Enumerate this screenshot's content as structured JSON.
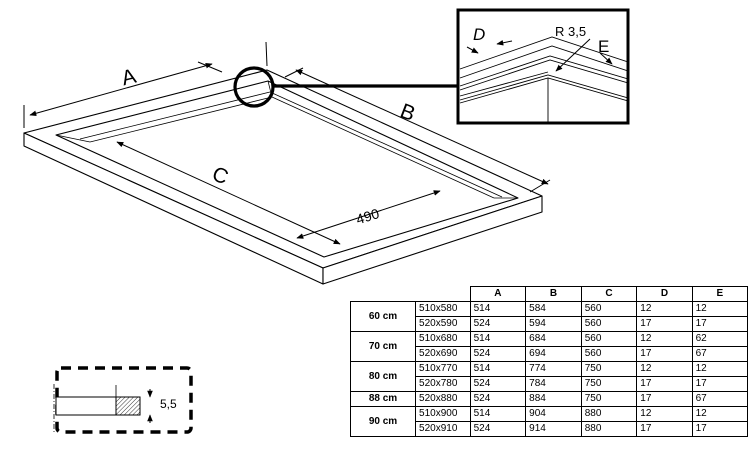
{
  "labels": {
    "A": "A",
    "B": "B",
    "C": "C",
    "D": "D",
    "E": "E",
    "radius": "R 3,5",
    "dim_490": "490",
    "dim_55": "5,5"
  },
  "table": {
    "headers": [
      "",
      "",
      "A",
      "B",
      "C",
      "D",
      "E"
    ],
    "groups": [
      {
        "size": "60 cm",
        "rows": [
          {
            "model": "510x580",
            "values": [
              "514",
              "584",
              "560",
              "12",
              "12"
            ]
          },
          {
            "model": "520x590",
            "values": [
              "524",
              "594",
              "560",
              "17",
              "17"
            ]
          }
        ]
      },
      {
        "size": "70 cm",
        "rows": [
          {
            "model": "510x680",
            "values": [
              "514",
              "684",
              "560",
              "12",
              "62"
            ]
          },
          {
            "model": "520x690",
            "values": [
              "524",
              "694",
              "560",
              "17",
              "67"
            ]
          }
        ]
      },
      {
        "size": "80 cm",
        "rows": [
          {
            "model": "510x770",
            "values": [
              "514",
              "774",
              "750",
              "12",
              "12"
            ]
          },
          {
            "model": "520x780",
            "values": [
              "524",
              "784",
              "750",
              "17",
              "17"
            ]
          }
        ]
      },
      {
        "size": "88 cm",
        "rows": [
          {
            "model": "520x880",
            "values": [
              "524",
              "884",
              "750",
              "17",
              "67"
            ]
          }
        ]
      },
      {
        "size": "90 cm",
        "rows": [
          {
            "model": "510x900",
            "values": [
              "514",
              "904",
              "880",
              "12",
              "12"
            ]
          },
          {
            "model": "520x910",
            "values": [
              "524",
              "914",
              "880",
              "17",
              "17"
            ]
          }
        ]
      }
    ]
  }
}
